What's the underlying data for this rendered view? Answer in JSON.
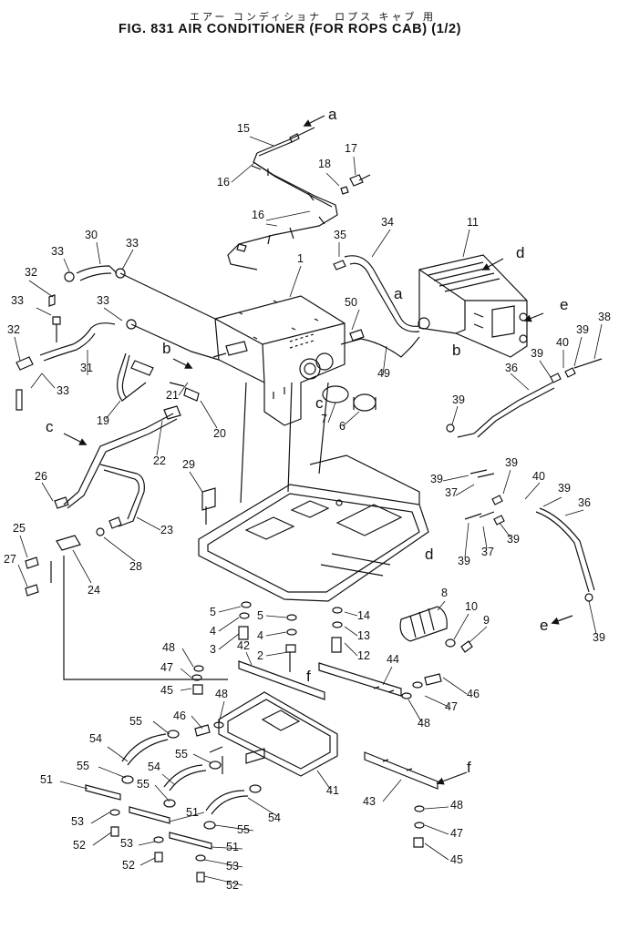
{
  "figure": {
    "subtitle_jp": "エアー コンディショナ　ロプス キャブ 用",
    "title": "FIG. 831  AIR  CONDITIONER  (FOR  ROPS  CAB)  (1/2)"
  },
  "callouts": [
    {
      "id": "c15",
      "label": "15"
    },
    {
      "id": "ca1",
      "label": "a"
    },
    {
      "id": "c16a",
      "label": "16"
    },
    {
      "id": "c17",
      "label": "17"
    },
    {
      "id": "c18",
      "label": "18"
    },
    {
      "id": "c16b",
      "label": "16"
    },
    {
      "id": "c34",
      "label": "34"
    },
    {
      "id": "c11",
      "label": "11"
    },
    {
      "id": "cd1",
      "label": "d"
    },
    {
      "id": "c30",
      "label": "30"
    },
    {
      "id": "c33a",
      "label": "33"
    },
    {
      "id": "c33b",
      "label": "33"
    },
    {
      "id": "c35",
      "label": "35"
    },
    {
      "id": "c1",
      "label": "1"
    },
    {
      "id": "ca2",
      "label": "a"
    },
    {
      "id": "ce1",
      "label": "e"
    },
    {
      "id": "c32a",
      "label": "32"
    },
    {
      "id": "c33c",
      "label": "33"
    },
    {
      "id": "c33d",
      "label": "33"
    },
    {
      "id": "c50",
      "label": "50"
    },
    {
      "id": "c38",
      "label": "38"
    },
    {
      "id": "c39a",
      "label": "39"
    },
    {
      "id": "c40a",
      "label": "40"
    },
    {
      "id": "c32b",
      "label": "32"
    },
    {
      "id": "c39b",
      "label": "39"
    },
    {
      "id": "cb1",
      "label": "b"
    },
    {
      "id": "cb2",
      "label": "b"
    },
    {
      "id": "c31",
      "label": "31"
    },
    {
      "id": "c33e",
      "label": "33"
    },
    {
      "id": "c49",
      "label": "49"
    },
    {
      "id": "c36a",
      "label": "36"
    },
    {
      "id": "c21",
      "label": "21"
    },
    {
      "id": "cc1",
      "label": "c"
    },
    {
      "id": "c7",
      "label": "7"
    },
    {
      "id": "c6",
      "label": "6"
    },
    {
      "id": "c39c",
      "label": "39"
    },
    {
      "id": "c19",
      "label": "19"
    },
    {
      "id": "c20",
      "label": "20"
    },
    {
      "id": "cc2",
      "label": "c"
    },
    {
      "id": "c22",
      "label": "22"
    },
    {
      "id": "c29",
      "label": "29"
    },
    {
      "id": "c39d",
      "label": "39"
    },
    {
      "id": "c39e",
      "label": "39"
    },
    {
      "id": "c37a",
      "label": "37"
    },
    {
      "id": "c40b",
      "label": "40"
    },
    {
      "id": "c39f",
      "label": "39"
    },
    {
      "id": "c26",
      "label": "26"
    },
    {
      "id": "c36b",
      "label": "36"
    },
    {
      "id": "c23",
      "label": "23"
    },
    {
      "id": "c25",
      "label": "25"
    },
    {
      "id": "c28",
      "label": "28"
    },
    {
      "id": "cd2",
      "label": "d"
    },
    {
      "id": "c39g",
      "label": "39"
    },
    {
      "id": "c37b",
      "label": "37"
    },
    {
      "id": "c39h",
      "label": "39"
    },
    {
      "id": "c27",
      "label": "27"
    },
    {
      "id": "c24",
      "label": "24"
    },
    {
      "id": "c8",
      "label": "8"
    },
    {
      "id": "c10",
      "label": "10"
    },
    {
      "id": "c9",
      "label": "9"
    },
    {
      "id": "ce2",
      "label": "e"
    },
    {
      "id": "c39i",
      "label": "39"
    },
    {
      "id": "c5a",
      "label": "5"
    },
    {
      "id": "c5b",
      "label": "5"
    },
    {
      "id": "c14",
      "label": "14"
    },
    {
      "id": "c4a",
      "label": "4"
    },
    {
      "id": "c4b",
      "label": "4"
    },
    {
      "id": "c13",
      "label": "13"
    },
    {
      "id": "c3",
      "label": "3"
    },
    {
      "id": "c42",
      "label": "42"
    },
    {
      "id": "c2",
      "label": "2"
    },
    {
      "id": "c12",
      "label": "12"
    },
    {
      "id": "c44",
      "label": "44"
    },
    {
      "id": "c48a",
      "label": "48"
    },
    {
      "id": "c47a",
      "label": "47"
    },
    {
      "id": "cf1",
      "label": "f"
    },
    {
      "id": "c45a",
      "label": "45"
    },
    {
      "id": "c48b",
      "label": "48"
    },
    {
      "id": "c47b",
      "label": "47"
    },
    {
      "id": "c46a",
      "label": "46"
    },
    {
      "id": "c46b",
      "label": "46"
    },
    {
      "id": "c48c",
      "label": "48"
    },
    {
      "id": "c55a",
      "label": "55"
    },
    {
      "id": "c54a",
      "label": "54"
    },
    {
      "id": "c55b",
      "label": "55"
    },
    {
      "id": "c55c",
      "label": "55"
    },
    {
      "id": "c54b",
      "label": "54"
    },
    {
      "id": "c51a",
      "label": "51"
    },
    {
      "id": "c55d",
      "label": "55"
    },
    {
      "id": "c41",
      "label": "41"
    },
    {
      "id": "cf2",
      "label": "f"
    },
    {
      "id": "c43",
      "label": "43"
    },
    {
      "id": "c54c",
      "label": "54"
    },
    {
      "id": "c51b",
      "label": "51"
    },
    {
      "id": "c48d",
      "label": "48"
    },
    {
      "id": "c53a",
      "label": "53"
    },
    {
      "id": "c55e",
      "label": "55"
    },
    {
      "id": "c47c",
      "label": "47"
    },
    {
      "id": "c52a",
      "label": "52"
    },
    {
      "id": "c53b",
      "label": "53"
    },
    {
      "id": "c51c",
      "label": "51"
    },
    {
      "id": "c45b",
      "label": "45"
    },
    {
      "id": "c52b",
      "label": "52"
    },
    {
      "id": "c53c",
      "label": "53"
    },
    {
      "id": "c52c",
      "label": "52"
    }
  ]
}
